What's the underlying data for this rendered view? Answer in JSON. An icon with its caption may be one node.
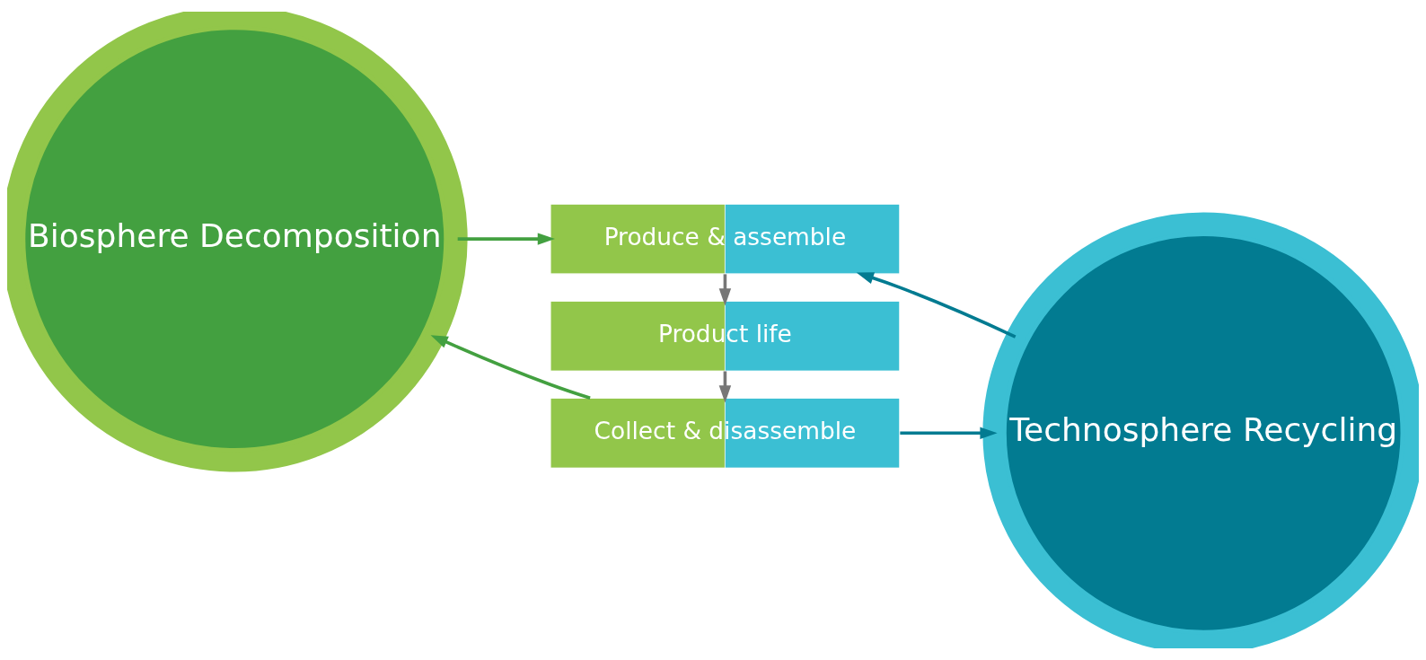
{
  "diagram": {
    "nodes": [
      {
        "text": [
          "Biosphere Decomposition"
        ]
      },
      {
        "text": [
          "Produce & assemble"
        ]
      },
      {
        "text": [
          "Product life"
        ]
      },
      {
        "text": [
          "Collect & disassemble"
        ]
      },
      {
        "text": [
          "Technosphere Recycling"
        ]
      }
    ],
    "edges": [
      {
        "from": 0,
        "to": 1,
        "arrow": "to",
        "color": "#43a040"
      },
      {
        "from": 3,
        "to": 0,
        "arrow": "to",
        "color": "#43a040"
      },
      {
        "from": 4,
        "to": 1,
        "arrow": "to",
        "color": "#027b91"
      },
      {
        "from": 3,
        "to": 4,
        "arrow": "to",
        "color": "#027b91"
      },
      {
        "from": 1,
        "to": 2,
        "arrow": "to"
      },
      {
        "from": 2,
        "to": 3,
        "arrow": "to"
      }
    ]
  }
}
